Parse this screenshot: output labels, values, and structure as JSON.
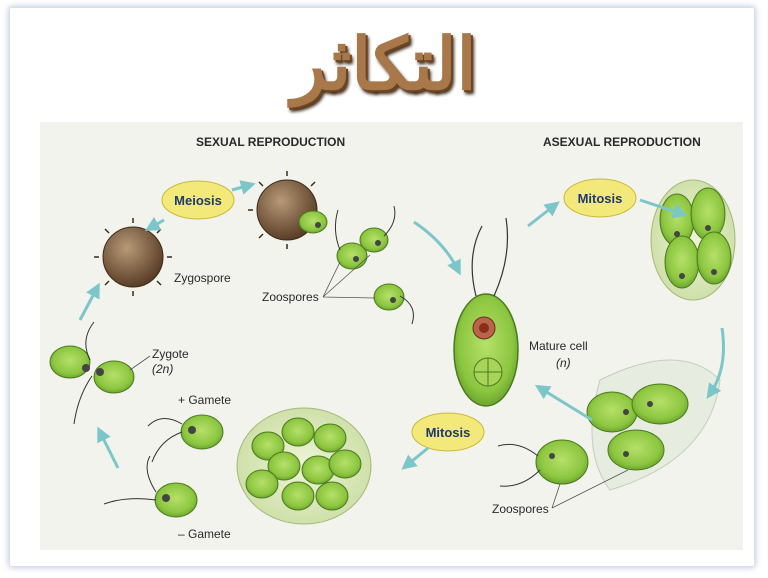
{
  "title": "التكاثر",
  "sexual": {
    "heading": "SEXUAL REPRODUCTION",
    "meiosis": "Meiosis",
    "zygospore": "Zygospore",
    "zoospores": "Zoospores",
    "zygote": "Zygote",
    "ploidy_2n": "(2n)",
    "plus_gamete": "+ Gamete",
    "minus_gamete": "– Gamete"
  },
  "asexual": {
    "heading": "ASEXUAL REPRODUCTION",
    "mitosis_top": "Mitosis",
    "mature_cell": "Mature cell",
    "ploidy_n": "(n)",
    "mitosis_bottom": "Mitosis",
    "zoospores": "Zoospores"
  },
  "colors": {
    "cell_fill": "#8cc63f",
    "cell_border": "#4d7a1e",
    "oval_fill": "#f3e97a",
    "arrow": "#7cc6c9",
    "spore": "#7a5a3a"
  }
}
